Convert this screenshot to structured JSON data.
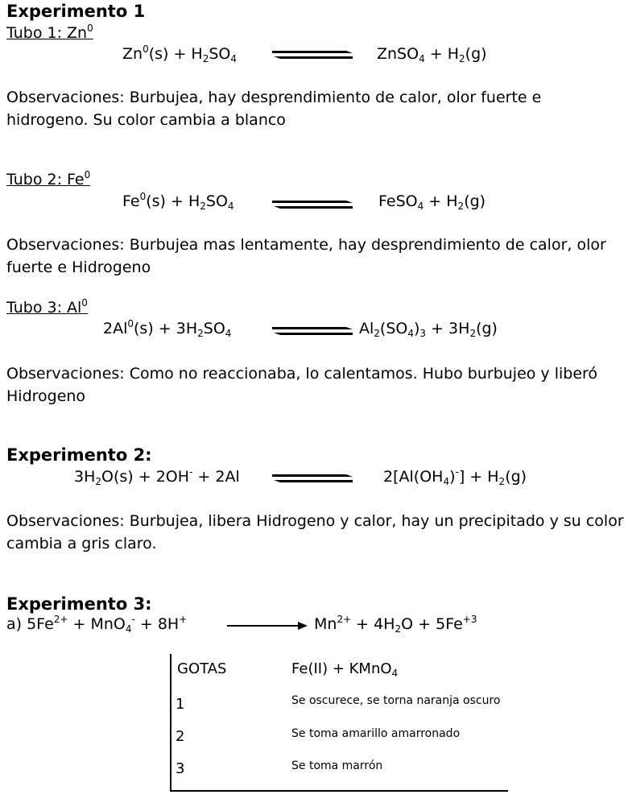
{
  "exp1": {
    "title": "Experimento 1",
    "tubo1": {
      "label_prefix": "Tubo 1: Zn",
      "label_sup": "0",
      "lhs": [
        {
          "t": "Zn"
        },
        {
          "sup": "0"
        },
        {
          "t": "(s) + H"
        },
        {
          "sub": "2"
        },
        {
          "t": "SO"
        },
        {
          "sub": "4"
        }
      ],
      "rhs": [
        {
          "t": "ZnSO"
        },
        {
          "sub": "4"
        },
        {
          "t": " + H"
        },
        {
          "sub": "2"
        },
        {
          "t": "(g)"
        }
      ],
      "obs": "Observaciones: Burbujea, hay desprendimiento de calor, olor fuerte e hidrogeno. Su color cambia a blanco"
    },
    "tubo2": {
      "label_prefix": "Tubo 2: Fe",
      "label_sup": "0",
      "lhs": [
        {
          "t": "Fe"
        },
        {
          "sup": "0"
        },
        {
          "t": "(s) + H"
        },
        {
          "sub": "2"
        },
        {
          "t": "SO"
        },
        {
          "sub": "4"
        }
      ],
      "rhs": [
        {
          "t": "FeSO"
        },
        {
          "sub": "4"
        },
        {
          "t": " + H"
        },
        {
          "sub": "2"
        },
        {
          "t": "(g)"
        }
      ],
      "obs": "Observaciones: Burbujea mas lentamente, hay desprendimiento de calor, olor fuerte e Hidrogeno"
    },
    "tubo3": {
      "label_prefix": "Tubo 3: Al",
      "label_sup": "0",
      "lhs": [
        {
          "t": "2Al"
        },
        {
          "sup": "0"
        },
        {
          "t": "(s) + 3H"
        },
        {
          "sub": "2"
        },
        {
          "t": "SO"
        },
        {
          "sub": "4"
        }
      ],
      "rhs": [
        {
          "t": "Al"
        },
        {
          "sub": "2"
        },
        {
          "t": "(SO"
        },
        {
          "sub": "4"
        },
        {
          "t": ")"
        },
        {
          "sub": "3"
        },
        {
          "t": " + 3H"
        },
        {
          "sub": "2"
        },
        {
          "t": "(g)"
        }
      ],
      "obs": "Observaciones: Como no reaccionaba, lo calentamos. Hubo burbujeo y liberó Hidrogeno"
    }
  },
  "exp2": {
    "title": "Experimento 2:",
    "lhs": [
      {
        "t": "3H"
      },
      {
        "sub": "2"
      },
      {
        "t": "O(s) + 2OH"
      },
      {
        "sup": "-"
      },
      {
        "t": " + 2Al"
      }
    ],
    "rhs": [
      {
        "t": "2[Al(OH"
      },
      {
        "sub": "4"
      },
      {
        "t": ")"
      },
      {
        "sup": "-"
      },
      {
        "t": "] + H"
      },
      {
        "sub": "2"
      },
      {
        "t": "(g)"
      }
    ],
    "obs": "Observaciones: Burbujea, libera Hidrogeno y calor, hay un precipitado y su color cambia a gris claro."
  },
  "exp3": {
    "title": "Experimento 3:",
    "lhs": [
      {
        "t": "a) 5Fe"
      },
      {
        "sup": "2+"
      },
      {
        "t": " + MnO"
      },
      {
        "sub": "4"
      },
      {
        "sup": "-"
      },
      {
        "t": " + 8H"
      },
      {
        "sup": "+"
      }
    ],
    "rhs": [
      {
        "t": "Mn"
      },
      {
        "sup": "2+"
      },
      {
        "t": " + 4H"
      },
      {
        "sub": "2"
      },
      {
        "t": "O + 5Fe"
      },
      {
        "sup": "+3"
      }
    ],
    "table": {
      "col1_header": "GOTAS",
      "col2_header": [
        {
          "t": "Fe(II) + KMnO"
        },
        {
          "sub": "4"
        }
      ],
      "rows": [
        {
          "gotas": "1",
          "resultado": "Se oscurece, se torna naranja oscuro"
        },
        {
          "gotas": "2",
          "resultado": "Se toma amarillo amarronado"
        },
        {
          "gotas": "3",
          "resultado": "Se toma marrón"
        }
      ]
    }
  }
}
